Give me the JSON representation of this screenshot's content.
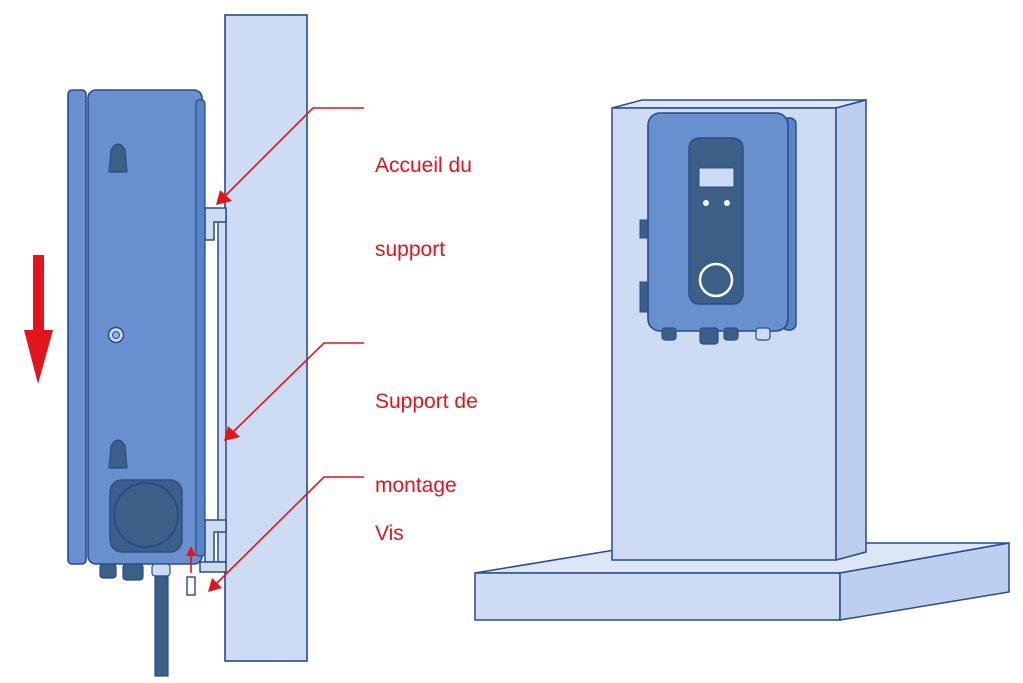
{
  "callouts": {
    "accueil_line1": "Accueil du",
    "accueil_line2": "support",
    "support_line1": "Support de",
    "support_line2": "montage",
    "vis": "Vis"
  },
  "colors": {
    "device_blue": "#6890cf",
    "outline_navy": "#2a4a8e",
    "wall_blue": "#cddcf2",
    "panel_dark": "#3b5f86",
    "callout_red": "#e3141b"
  },
  "icons": {
    "direction_arrow": "arrow-down-icon",
    "power_button": "ring-button-icon"
  }
}
